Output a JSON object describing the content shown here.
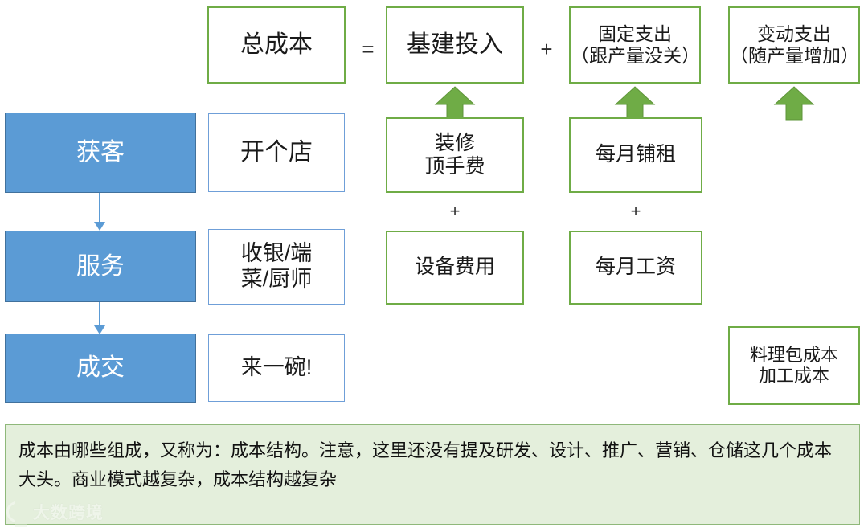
{
  "diagram": {
    "title_equation": {
      "total_label": "总成本",
      "equals": "=",
      "plus": "+"
    },
    "top_row": [
      {
        "label": "总成本",
        "style": "green"
      },
      {
        "label": "基建投入",
        "style": "green"
      },
      {
        "label": "固定支出\n（跟产量没关）",
        "style": "green"
      },
      {
        "label": "变动支出\n（随产量增加）",
        "style": "green"
      }
    ],
    "funnel_stages": [
      {
        "label": "获客"
      },
      {
        "label": "服务"
      },
      {
        "label": "成交"
      }
    ],
    "funnel_examples": [
      {
        "label": "开个店"
      },
      {
        "label": "收银/端\n菜/厨师"
      },
      {
        "label": "来一碗!"
      }
    ],
    "capex_column": {
      "items": [
        {
          "label": "装修\n顶手费"
        },
        {
          "label": "设备费用"
        }
      ],
      "operator": "+"
    },
    "fixed_column": {
      "items": [
        {
          "label": "每月铺租"
        },
        {
          "label": "每月工资"
        }
      ],
      "operator": "+"
    },
    "variable_column": {
      "items": [
        {
          "label": "料理包成本\n加工成本"
        }
      ]
    },
    "caption": "成本由哪些组成，又称为：成本结构。注意，这里还没有提及研发、设计、推广、营销、仓储这几个成本大头。商业模式越复杂，成本结构越复杂",
    "watermark": "大数跨境",
    "colors": {
      "green_border": "#6FAC46",
      "green_arrow": "#6FAC46",
      "blue_fill": "#5B9BD5",
      "blue_border": "#41719C",
      "blue_outline": "#6F9FD8",
      "caption_bg": "#E4EFDC",
      "caption_border": "#8FB87A"
    }
  }
}
